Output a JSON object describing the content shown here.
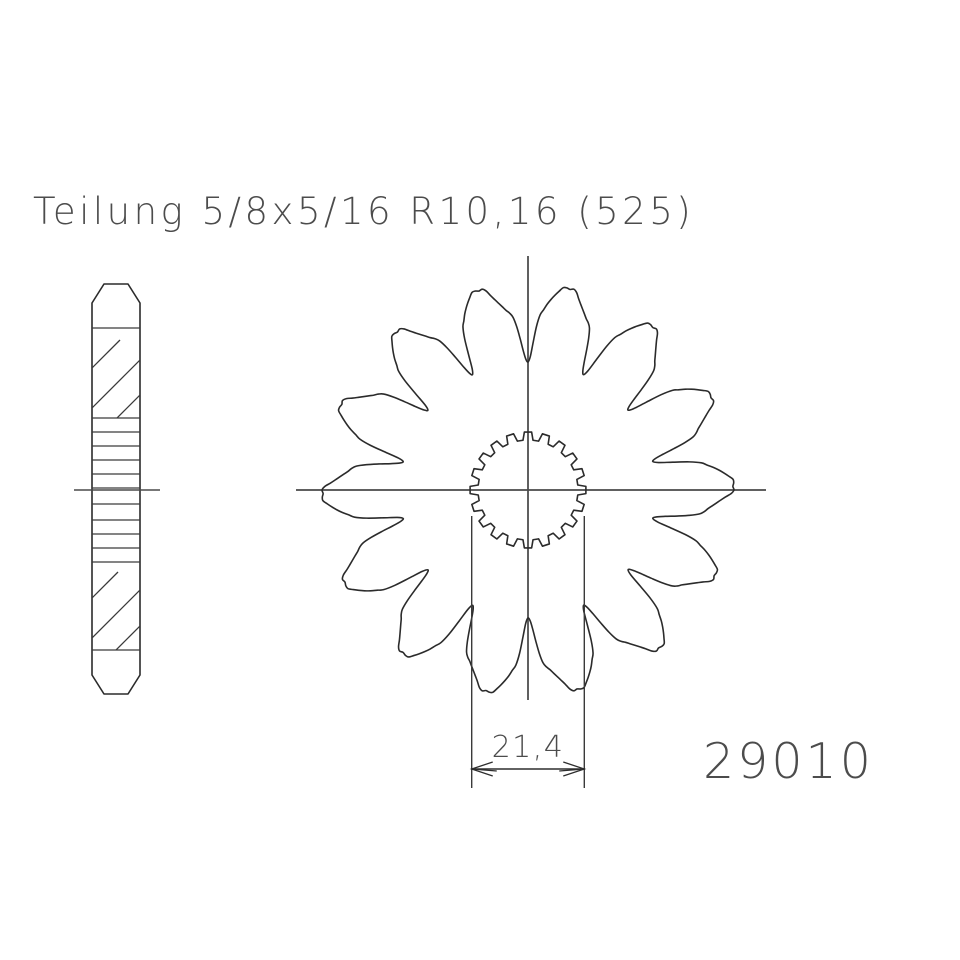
{
  "drawing": {
    "title": "Teilung 5/8x5/16 R10,16 (525)",
    "part_number": "29010",
    "dimension_label": "21,4",
    "background_color": "#ffffff",
    "line_color": "#2b2b2b",
    "text_color": "#4c4c4c",
    "views": {
      "side_profile": {
        "name": "side-section-view",
        "description": "hatched cross-section profile with spline band"
      },
      "front_face": {
        "name": "front-face-view",
        "description": "sprocket face with teeth and internal spline bore"
      }
    },
    "specs": {
      "pitch_designation": "5/8x5/16",
      "roller_dimension": "R10,16",
      "chain_size": "525",
      "teeth_count": 14,
      "spline_teeth_count": 20,
      "bore_width": "21,4"
    }
  }
}
